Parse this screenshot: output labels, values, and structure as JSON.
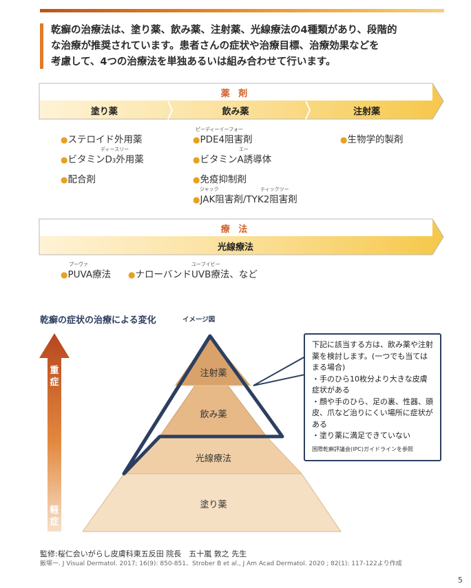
{
  "intro": {
    "line1": "乾癬の治療法は、塗り薬、飲み薬、注射薬、光線療法の4種類があり、段階的",
    "line2": "な治療が推奨されています。患者さんの症状や治療目標、治療効果などを",
    "line3": "考慮して、4つの治療法を単独あるいは組み合わせて行います。"
  },
  "drugs": {
    "heading": "薬 剤",
    "columns": [
      "塗り薬",
      "飲み薬",
      "注射薬"
    ],
    "topical": [
      "ステロイド外用薬",
      "ビタミンD₃外用薬",
      "配合剤"
    ],
    "topical_ruby": "ディースリー",
    "oral": [
      "PDE4阻害剤",
      "ビタミンA誘導体",
      "免疫抑制剤",
      "JAK阻害剤/TYK2阻害剤"
    ],
    "oral_ruby": {
      "pde": "ピーディーイーフォー",
      "a": "エー",
      "jak": "ジャック",
      "tyk": "ティックツー"
    },
    "injection": [
      "生物学的製剤"
    ]
  },
  "therapy": {
    "heading": "療 法",
    "sub": "光線療法",
    "items": [
      "PUVA療法",
      "ナローバンドUVB療法、など"
    ],
    "ruby": {
      "puva": "プーヴァ",
      "uvb": "ユーブイビー"
    }
  },
  "chart": {
    "title": "乾癬の症状の治療による変化",
    "subtitle": "イメージ図",
    "arrow_top": "重症",
    "arrow_bottom": "軽症",
    "levels": [
      "注射薬",
      "飲み薬",
      "光線療法",
      "塗り薬"
    ],
    "note": {
      "lead": "下記に該当する方は、飲み薬や注射薬を検討します。(一つでも当てはまる場合)",
      "items": [
        "・手のひら10枚分より大きな皮膚症状がある",
        "・顔や手のひら、足の裏、性器、頭皮、爪など治りにくい場所に症状がある",
        "・塗り薬に満足できていない"
      ],
      "source": "国際乾癬評議会(IPC)ガイドラインを参照"
    },
    "colors": {
      "top": "#d9a26a",
      "mid": "#e7b987",
      "low": "#f1cfa6",
      "base": "#f6e0c4",
      "frame": "#2d3f5f"
    }
  },
  "footer": {
    "supervisor": "監修:桜仁会いがらし皮膚科東五反田 院長　五十嵐 敦之 先生",
    "refs": "飯塚一. J Visual Dermatol. 2017; 16(9): 850-851、Strober B et al., J Am Acad Dermatol. 2020 ; 82(1): 117-122より作成",
    "page": "5"
  }
}
